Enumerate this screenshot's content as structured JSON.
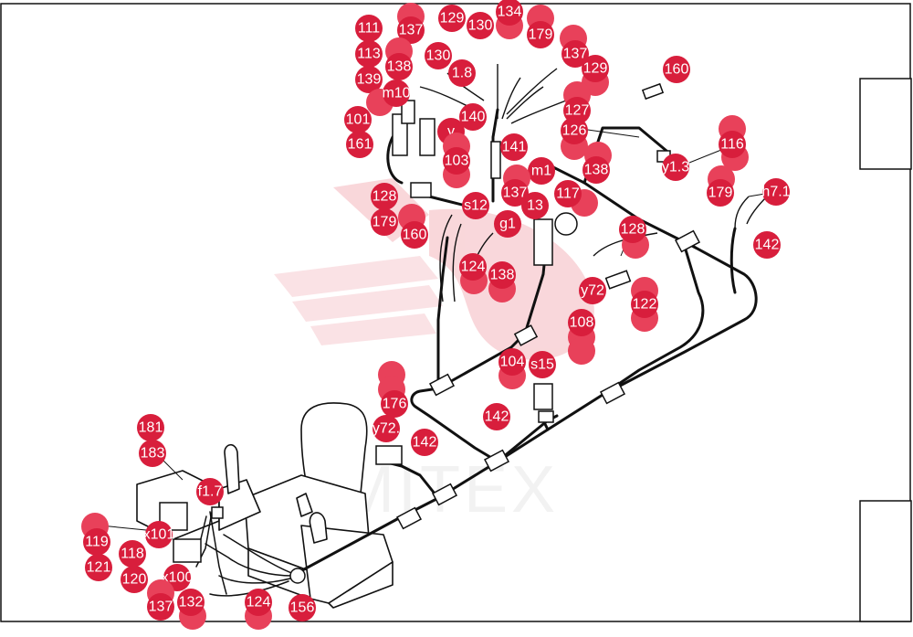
{
  "watermark": {
    "text": "MITEX",
    "color": "#f2b9bf"
  },
  "colors": {
    "callout": "#d81e3c",
    "wire": "#111111",
    "frame": "#111111"
  },
  "callouts": [
    {
      "id": "c-111",
      "label": "111"
    },
    {
      "id": "c-137a",
      "label": "137"
    },
    {
      "id": "c-129a",
      "label": "129"
    },
    {
      "id": "c-130a",
      "label": "130"
    },
    {
      "id": "c-134",
      "label": "134"
    },
    {
      "id": "c-179a",
      "label": "179"
    },
    {
      "id": "c-113",
      "label": "113"
    },
    {
      "id": "c-138a",
      "label": "138"
    },
    {
      "id": "c-130b",
      "label": "130"
    },
    {
      "id": "c-18",
      "label": "1.8"
    },
    {
      "id": "c-137b",
      "label": "137"
    },
    {
      "id": "c-129b",
      "label": "129"
    },
    {
      "id": "c-139",
      "label": "139"
    },
    {
      "id": "c-m10",
      "label": "m10"
    },
    {
      "id": "c-160a",
      "label": "160"
    },
    {
      "id": "c-101",
      "label": "101"
    },
    {
      "id": "c-140",
      "label": "140"
    },
    {
      "id": "c-127",
      "label": "127"
    },
    {
      "id": "c-126",
      "label": "126"
    },
    {
      "id": "c-161",
      "label": "161"
    },
    {
      "id": "c-y",
      "label": "y"
    },
    {
      "id": "c-141",
      "label": "141"
    },
    {
      "id": "c-116",
      "label": "116"
    },
    {
      "id": "c-103",
      "label": "103"
    },
    {
      "id": "c-y13",
      "label": "y1.3"
    },
    {
      "id": "c-m1",
      "label": "m1"
    },
    {
      "id": "c-138b",
      "label": "138"
    },
    {
      "id": "c-128a",
      "label": "128"
    },
    {
      "id": "c-137c",
      "label": "137"
    },
    {
      "id": "c-13",
      "label": "13"
    },
    {
      "id": "c-117",
      "label": "117"
    },
    {
      "id": "c-179b",
      "label": "179"
    },
    {
      "id": "c-h71",
      "label": "h7.1"
    },
    {
      "id": "c-s12",
      "label": "s12"
    },
    {
      "id": "c-179c",
      "label": "179"
    },
    {
      "id": "c-g1",
      "label": "g1"
    },
    {
      "id": "c-160b",
      "label": "160"
    },
    {
      "id": "c-128b",
      "label": "128"
    },
    {
      "id": "c-142a",
      "label": "142"
    },
    {
      "id": "c-124a",
      "label": "124"
    },
    {
      "id": "c-138c",
      "label": "138"
    },
    {
      "id": "c-y72a",
      "label": "y72"
    },
    {
      "id": "c-122",
      "label": "122"
    },
    {
      "id": "c-108",
      "label": "108"
    },
    {
      "id": "c-104",
      "label": "104"
    },
    {
      "id": "c-s15",
      "label": "s15"
    },
    {
      "id": "c-176",
      "label": "176"
    },
    {
      "id": "c-142b",
      "label": "142"
    },
    {
      "id": "c-y72b",
      "label": "y72."
    },
    {
      "id": "c-142c",
      "label": "142"
    },
    {
      "id": "c-181",
      "label": "181"
    },
    {
      "id": "c-183",
      "label": "183"
    },
    {
      "id": "c-f17",
      "label": "f1.7"
    },
    {
      "id": "c-x101",
      "label": "x101"
    },
    {
      "id": "c-119",
      "label": "119"
    },
    {
      "id": "c-118",
      "label": "118"
    },
    {
      "id": "c-121",
      "label": "121"
    },
    {
      "id": "c-120",
      "label": "120"
    },
    {
      "id": "c-x100",
      "label": "x100"
    },
    {
      "id": "c-137d",
      "label": "137"
    },
    {
      "id": "c-132",
      "label": "132"
    },
    {
      "id": "c-124b",
      "label": "124"
    },
    {
      "id": "c-156",
      "label": "156"
    }
  ]
}
